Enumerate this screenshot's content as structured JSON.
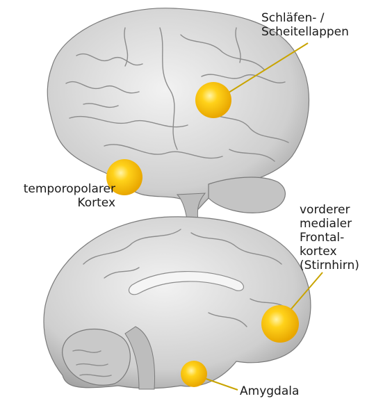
{
  "figure": {
    "labels": {
      "temporoparietal": {
        "lines": [
          "Schläfen- /",
          "Scheitellappen"
        ]
      },
      "temporal_pole": {
        "lines": [
          "temporopolarer",
          "Kortex"
        ]
      },
      "medial_prefrontal": {
        "lines": [
          "vorderer",
          "medialer",
          "Frontal-",
          "kortex",
          "(Stirnhirn)"
        ]
      },
      "amygdala": {
        "lines": [
          "Amygdala"
        ]
      }
    },
    "colors": {
      "highlight": "#ffc800",
      "highlight_center": "#fff4a8",
      "leader_line": "#c9a400",
      "brain_fill": "#d9d9d9",
      "brain_shadow": "#9a9a9a"
    }
  }
}
